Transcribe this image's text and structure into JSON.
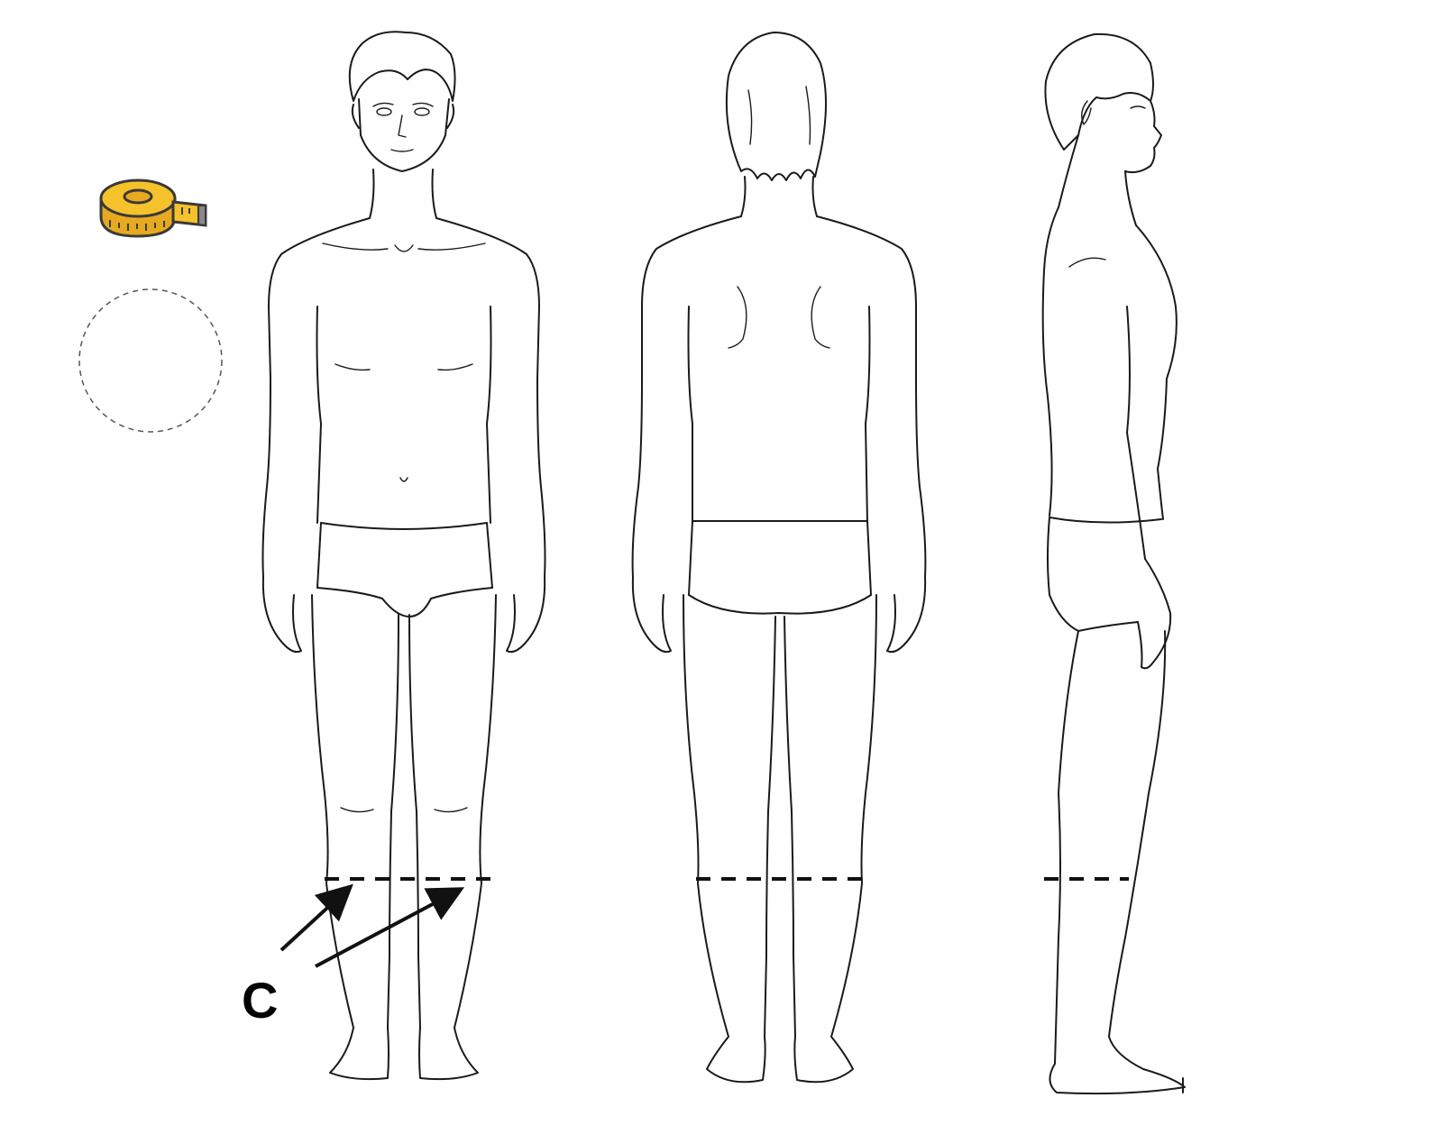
{
  "diagram": {
    "measurement_label": "C",
    "views": [
      "front",
      "back",
      "side"
    ],
    "icons": {
      "tape": "measuring-tape-icon",
      "circle": "dashed-circle-placeholder"
    },
    "colors": {
      "tape_fill": "#F6C22B",
      "tape_stroke": "#3a3a3a",
      "outline": "#1a1a1a"
    }
  }
}
